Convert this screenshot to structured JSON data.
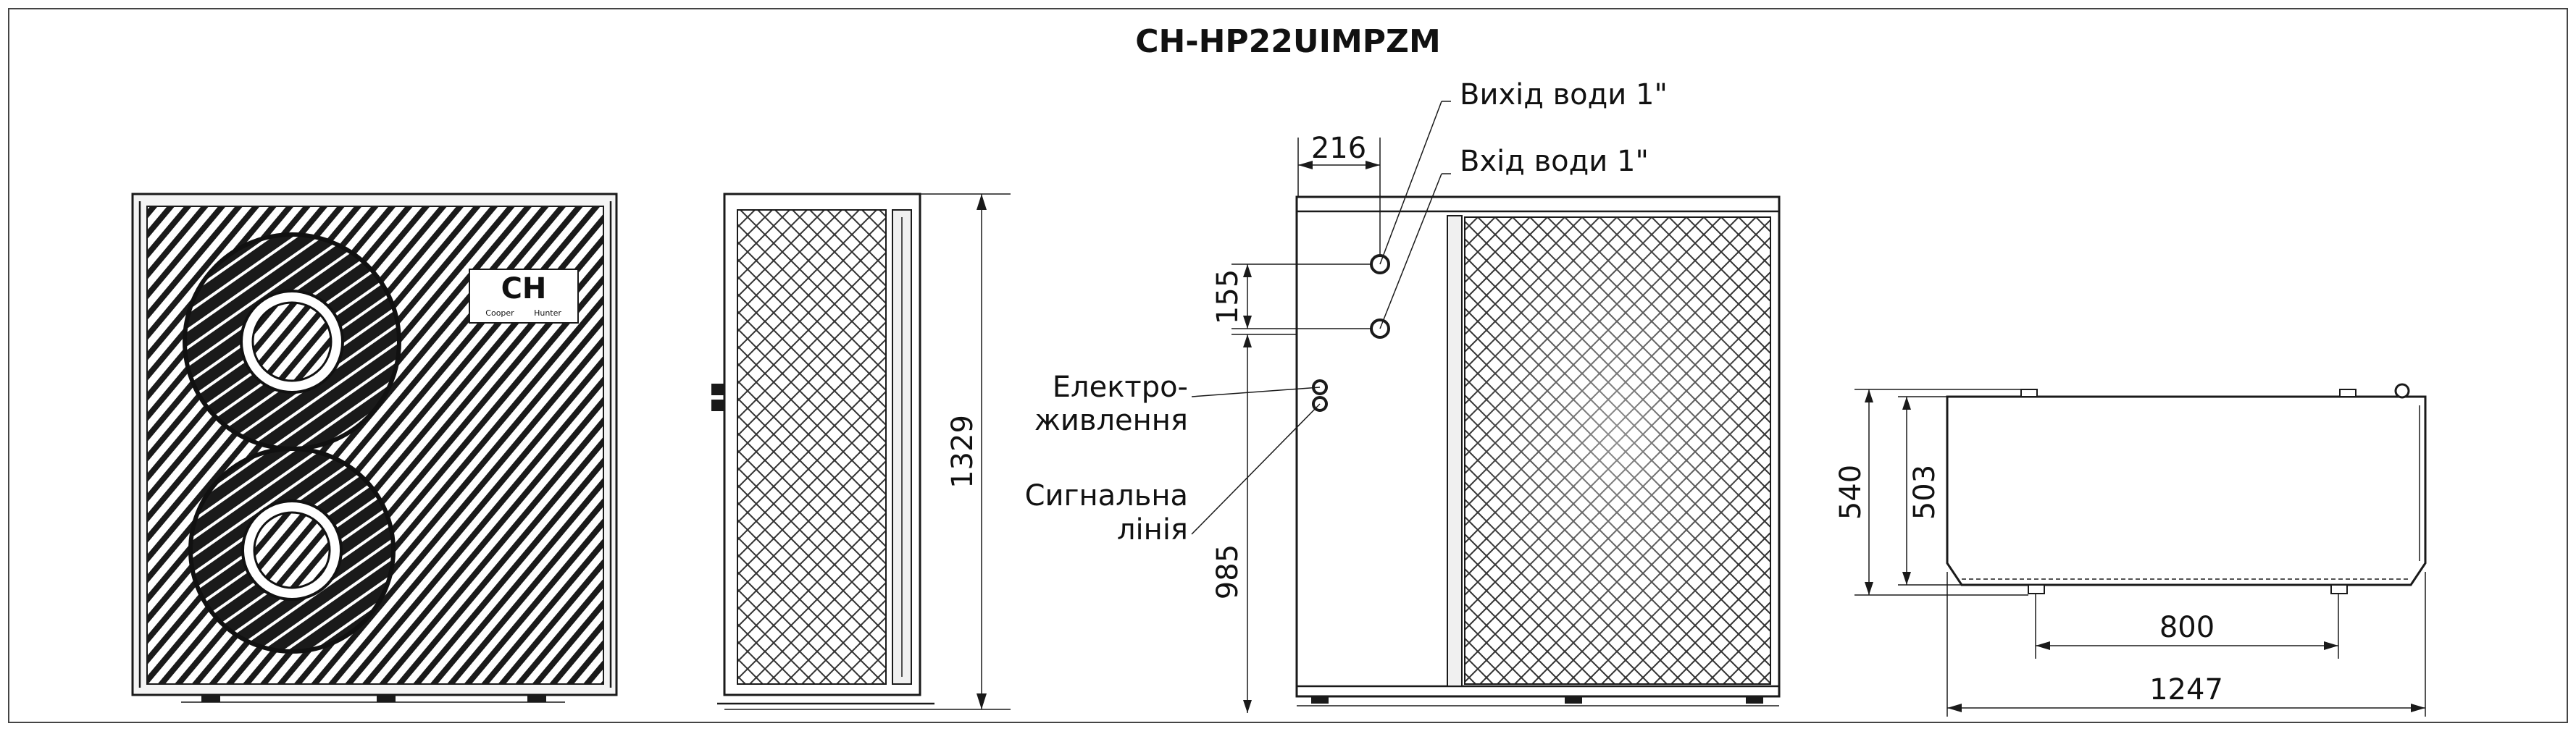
{
  "title": "CH-HP22UIMPZM",
  "logo": {
    "mark": "CH",
    "sub_left": "Cooper",
    "sub_right": "Hunter"
  },
  "dimensions": {
    "height_total": "1329",
    "pipe_offset": "216",
    "pipe_spacing": "155",
    "power_height": "985",
    "depth_total": "540",
    "depth_body": "503",
    "mount_spacing": "800",
    "width_total": "1247"
  },
  "labels": {
    "water_out": "Вихід води 1\"",
    "water_in": "Вхід води 1\"",
    "power_line1": "Електро-",
    "power_line2": "живлення",
    "signal_line1": "Сигнальна",
    "signal_line2": "лінія"
  }
}
